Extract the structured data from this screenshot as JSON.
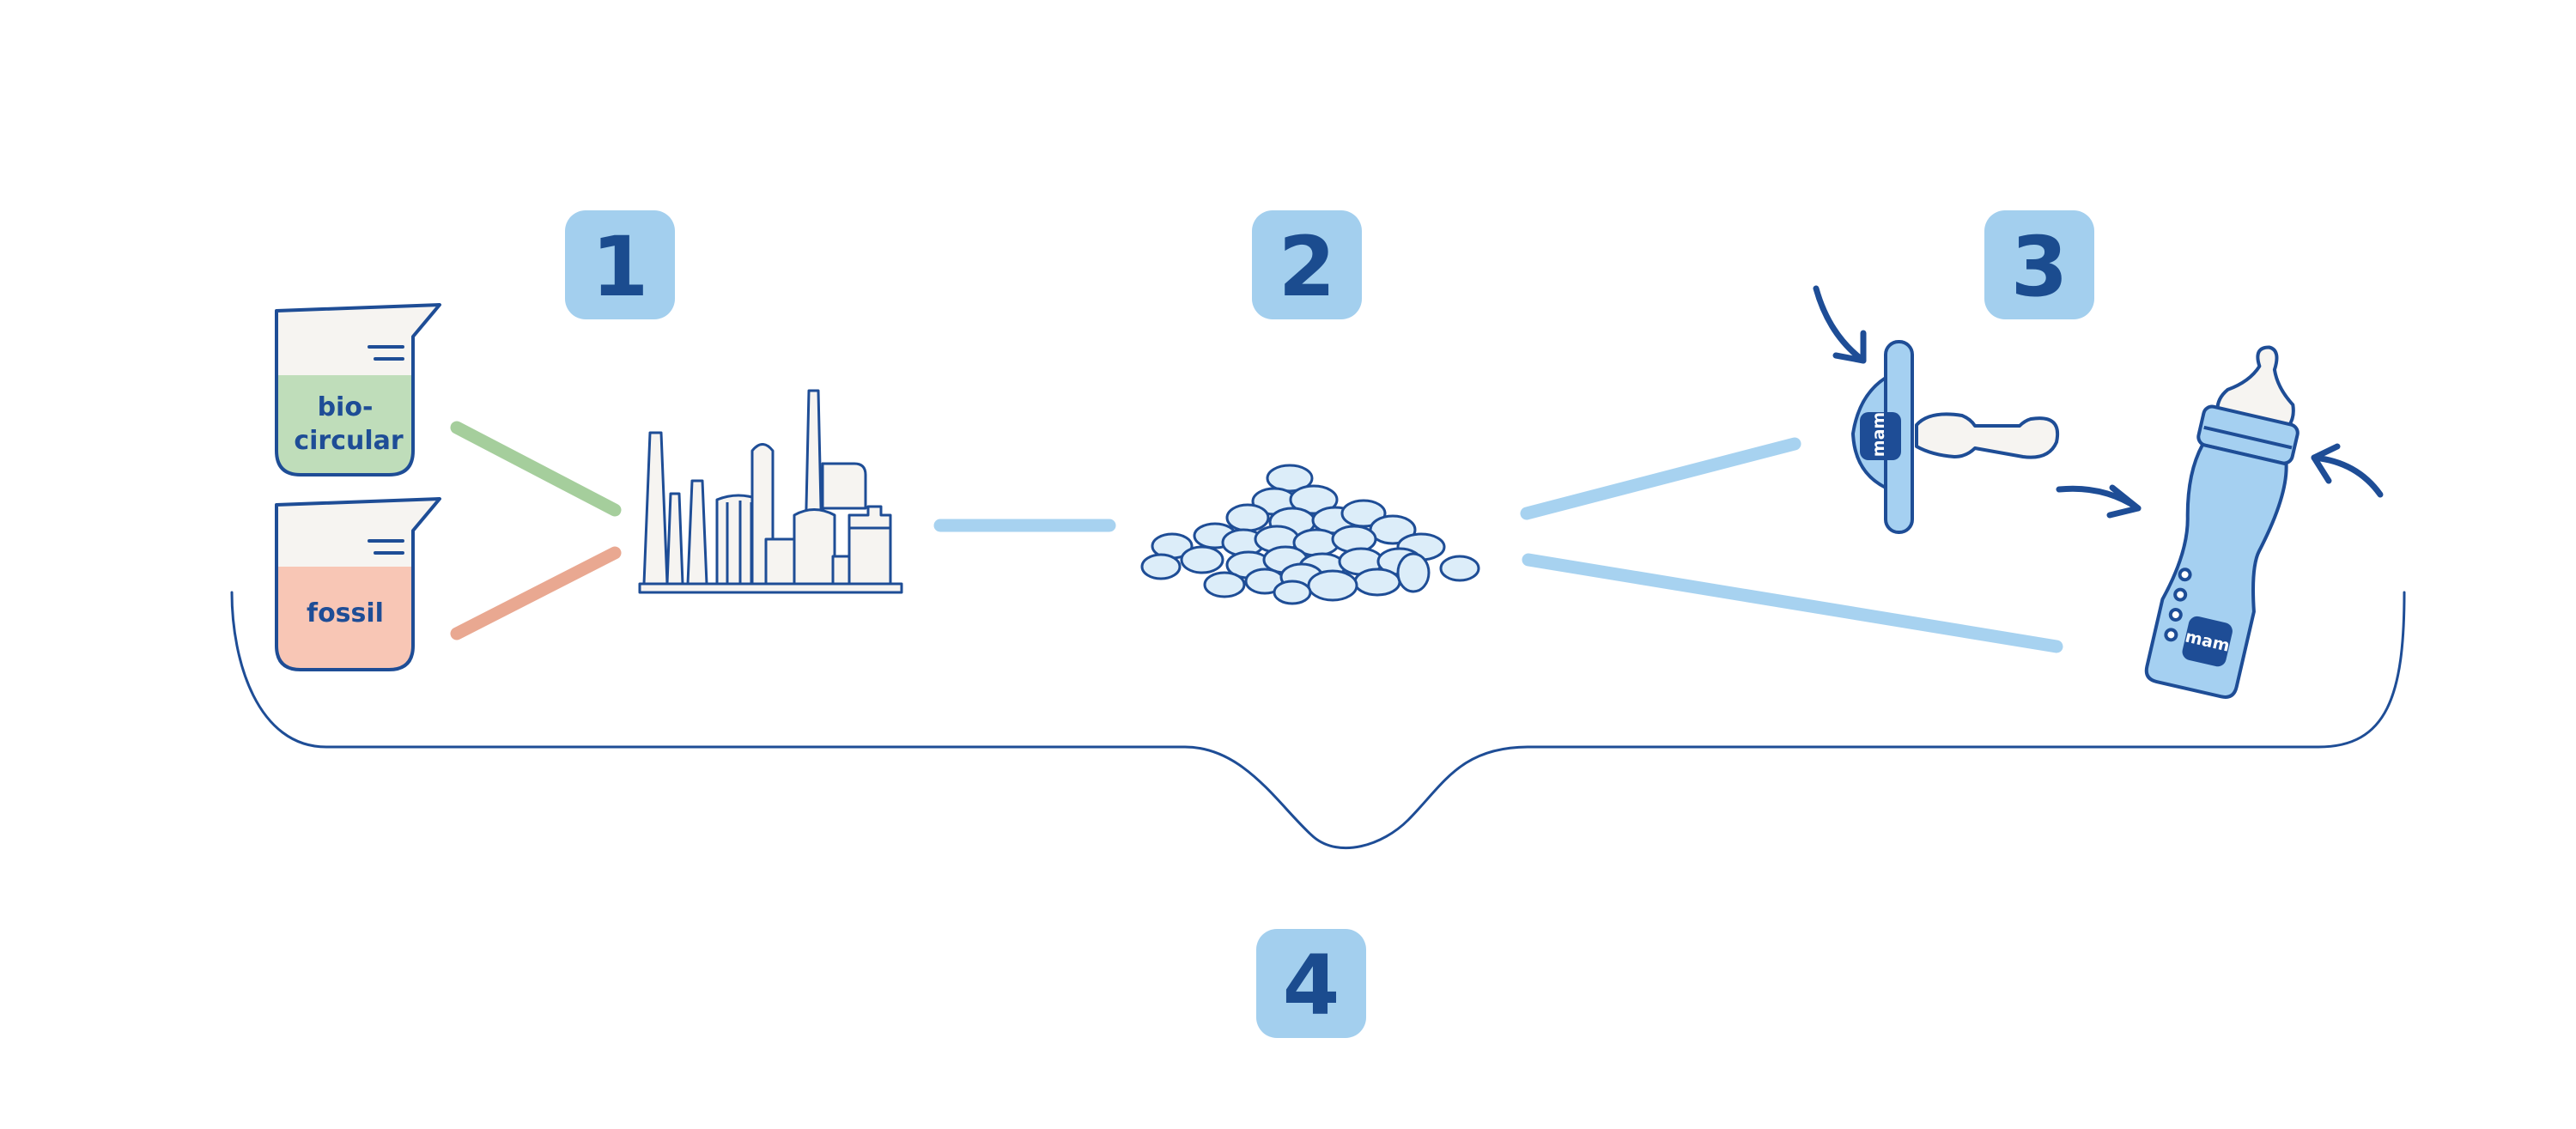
{
  "colors": {
    "navy": "#1E4D96",
    "badge_fill": "#A3CFEE",
    "badge_text": "#1B4C8F",
    "connector": "#A7D2F0",
    "bio_green": "#A5CE9C",
    "bio_fill": "#BFDDBA",
    "fossil_red": "#E9A891",
    "fossil_fill": "#F8C6B5",
    "beaker_top": "#F6F4F1",
    "pellet_fill": "#DCEDF9",
    "product_fill": "#A5D0F1",
    "nipple_fill": "#F6F4F1"
  },
  "steps": {
    "one": "1",
    "two": "2",
    "three": "3",
    "four": "4"
  },
  "beakers": {
    "bio_line1": "bio-",
    "bio_line2": "circular",
    "fossil": "fossil"
  },
  "products": {
    "pacifier_logo": "mam",
    "bottle_logo": "mam"
  },
  "icons": {
    "factory": "factory-icon",
    "pellets": "plastic-pellets-icon",
    "pacifier": "pacifier-icon",
    "bottle": "baby-bottle-icon"
  }
}
